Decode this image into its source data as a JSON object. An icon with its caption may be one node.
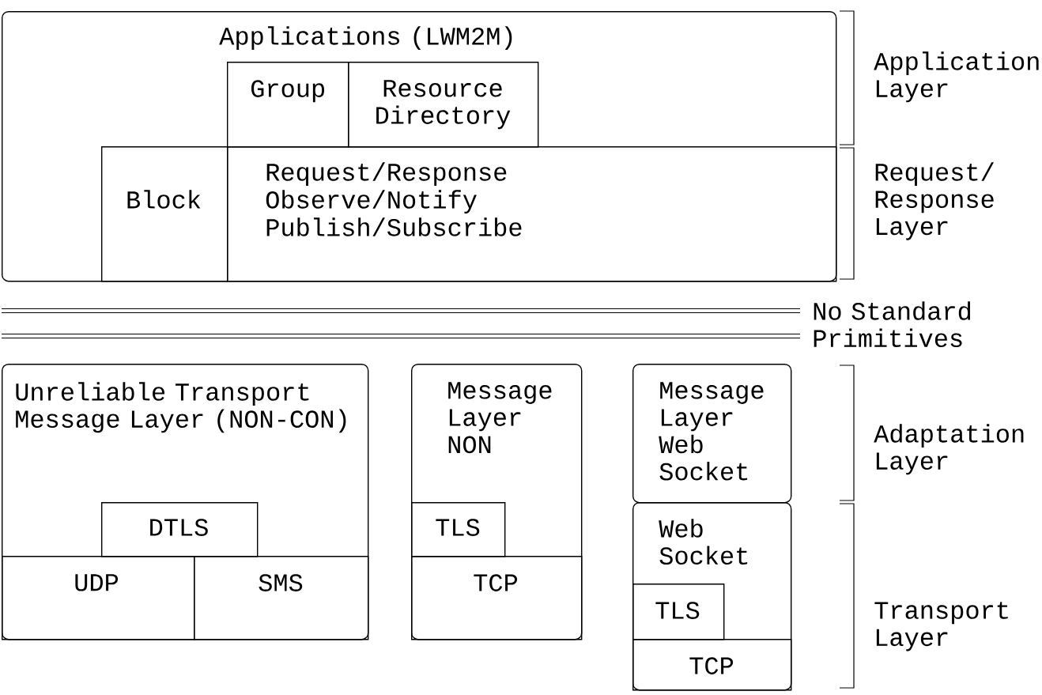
{
  "diagram": {
    "nodes": [
      {
        "text": [
          "Applications (LWM2M)"
        ]
      },
      {
        "text": [
          "Group"
        ],
        "in": 0
      },
      {
        "text": [
          "Resource Directory"
        ],
        "in": 0
      },
      {
        "text": [
          "Block"
        ],
        "in": 0
      },
      {
        "text": [
          "Request/Response",
          "Observe/Notify",
          "Publish/Subscribe"
        ],
        "in": 0
      },
      {
        "text": [
          "Unreliable Transport Message Layer (NON-CON)"
        ]
      },
      {
        "text": [
          "DTLS"
        ],
        "in": 5
      },
      {
        "text": [
          "UDP"
        ],
        "in": 5
      },
      {
        "text": [
          "SMS"
        ],
        "in": 5
      },
      {
        "text": [
          "Message Layer NON"
        ]
      },
      {
        "text": [
          "TLS"
        ],
        "in": 9
      },
      {
        "text": [
          "TCP"
        ],
        "in": 9
      },
      {
        "text": [
          "Message Layer Web Socket"
        ]
      },
      {
        "text": [
          "Web Socket"
        ]
      },
      {
        "text": [
          "TLS"
        ],
        "in": 13
      },
      {
        "text": [
          "TCP"
        ],
        "in": 13
      }
    ],
    "labels": [
      "Application Layer",
      "Request/ Response Layer",
      "No Standard Primitives",
      "Adaptation Layer",
      "Transport Layer"
    ]
  }
}
